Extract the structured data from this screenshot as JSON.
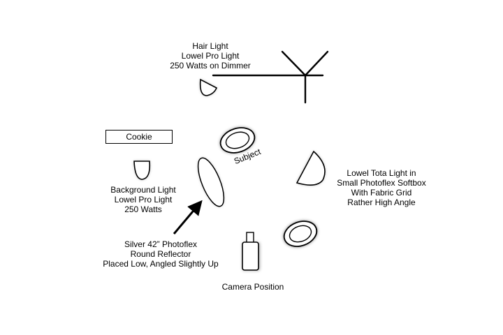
{
  "labels": {
    "hair_light": [
      "Hair Light",
      "Lowel Pro Light",
      "250 Watts on Dimmer"
    ],
    "cookie": "Cookie",
    "subject": "Subject",
    "background_light": [
      "Background Light",
      "Lowel Pro Light",
      "250 Watts"
    ],
    "key_light": [
      "Lowel Tota Light in",
      "Small Photoflex Softbox",
      "With Fabric Grid",
      "Rather High Angle"
    ],
    "reflector": [
      "Silver 42” Photoflex",
      "Round Reflector",
      "Placed Low, Angled Slightly Up"
    ],
    "camera": "Camera Position"
  },
  "icons": {
    "hair_light": "lamp-icon",
    "hair_light_stand": "boom-stand-icon",
    "background_light": "lamp-icon",
    "subject": "subject-top-view-icon",
    "key_light": "softbox-icon",
    "reflector": "reflector-icon",
    "arrow": "arrow-icon",
    "camera": "camera-icon",
    "second_subject": "ellipse-icon"
  }
}
